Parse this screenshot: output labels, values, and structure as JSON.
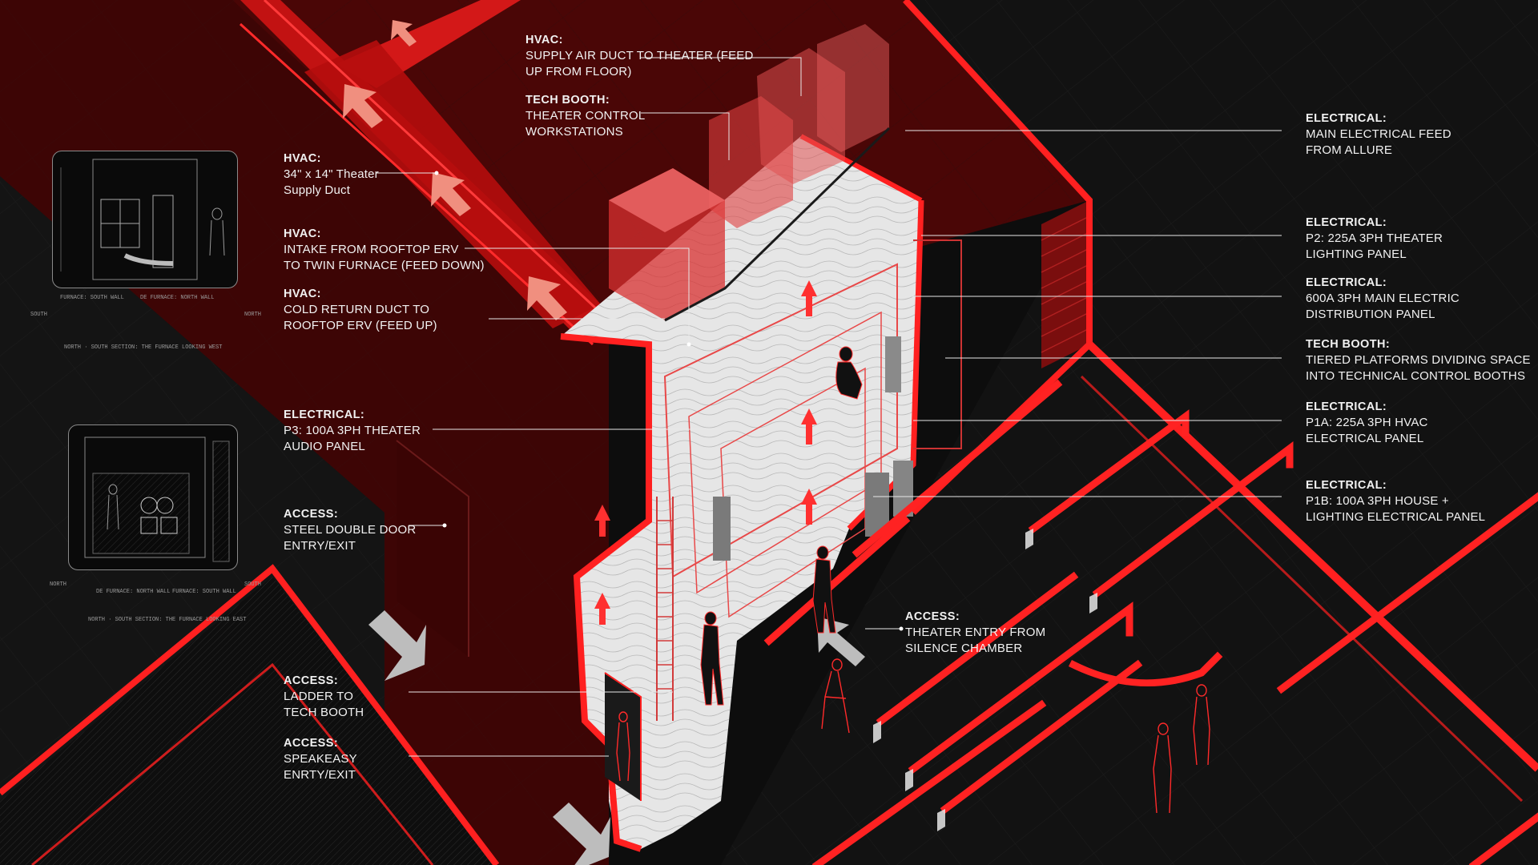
{
  "colors": {
    "background": "#0d0d0d",
    "accent_red": "#ff1f1f",
    "dark_red": "#5a0606",
    "interior_white": "#e9e9e9",
    "text": "#f2f2f2",
    "arrow_grey": "#bdbdbd"
  },
  "callouts": [
    {
      "id": "supply-air-duct",
      "heading": "HVAC:",
      "lines": [
        "SUPPLY AIR DUCT TO THEATER (FEED",
        "UP FROM FLOOR)"
      ]
    },
    {
      "id": "tech-booth-workstations",
      "heading": "TECH BOOTH:",
      "lines": [
        "THEATER CONTROL",
        "WORKSTATIONS"
      ]
    },
    {
      "id": "theater-supply-duct",
      "heading": "HVAC:",
      "lines": [
        "34\" x 14\" Theater",
        "Supply Duct"
      ]
    },
    {
      "id": "rooftop-erv-intake",
      "heading": "HVAC:",
      "lines": [
        "INTAKE FROM ROOFTOP ERV",
        "TO TWIN FURNACE (FEED DOWN)"
      ]
    },
    {
      "id": "cold-return-duct",
      "heading": "HVAC:",
      "lines": [
        "COLD RETURN DUCT TO",
        "ROOFTOP ERV  (FEED UP)"
      ]
    },
    {
      "id": "audio-panel",
      "heading": "ELECTRICAL:",
      "lines": [
        "P3: 100A 3PH  THEATER",
        "AUDIO PANEL"
      ]
    },
    {
      "id": "steel-double-door",
      "heading": "ACCESS:",
      "lines": [
        "STEEL DOUBLE DOOR",
        "ENTRY/EXIT"
      ]
    },
    {
      "id": "ladder-tech-booth",
      "heading": "ACCESS:",
      "lines": [
        "LADDER TO",
        "TECH BOOTH"
      ]
    },
    {
      "id": "speakeasy-entry",
      "heading": "ACCESS:",
      "lines": [
        "SPEAKEASY",
        "ENRTY/EXIT"
      ]
    },
    {
      "id": "theater-entry",
      "heading": "ACCESS:",
      "lines": [
        "THEATER ENTRY FROM",
        "SILENCE CHAMBER"
      ]
    },
    {
      "id": "main-electrical-feed",
      "heading": "ELECTRICAL:",
      "lines": [
        "MAIN ELECTRICAL FEED",
        "FROM ALLURE"
      ]
    },
    {
      "id": "theater-lighting-panel",
      "heading": "ELECTRICAL:",
      "lines": [
        "P2: 225A 3PH THEATER",
        "LIGHTING PANEL"
      ]
    },
    {
      "id": "main-distribution-panel",
      "heading": "ELECTRICAL:",
      "lines": [
        "600A 3PH MAIN ELECTRIC",
        "DISTRIBUTION PANEL"
      ]
    },
    {
      "id": "tiered-platforms",
      "heading": "TECH BOOTH:",
      "lines": [
        "TIERED PLATFORMS DIVIDING SPACE",
        "INTO TECHNICAL CONTROL BOOTHS"
      ]
    },
    {
      "id": "hvac-electrical-panel",
      "heading": "ELECTRICAL:",
      "lines": [
        "P1A: 225A 3PH HVAC",
        "ELECTRICAL PANEL"
      ]
    },
    {
      "id": "house-lighting-panel",
      "heading": "ELECTRICAL:",
      "lines": [
        "P1B: 100A 3PH HOUSE +",
        "LIGHTING ELECTRICAL PANEL"
      ]
    }
  ],
  "sheets": {
    "top": {
      "captions": [
        "FURNACE: SOUTH WALL",
        "DE FURNACE: NORTH WALL",
        "NORTH · SOUTH SECTION: THE FURNACE LOOKING WEST",
        "SOUTH",
        "NORTH"
      ]
    },
    "bottom": {
      "captions": [
        "DE FURNACE: NORTH WALL",
        "FURNACE: SOUTH WALL",
        "NORTH · SOUTH SECTION: THE FURNACE LOOKING EAST",
        "NORTH",
        "SOUTH"
      ]
    }
  }
}
